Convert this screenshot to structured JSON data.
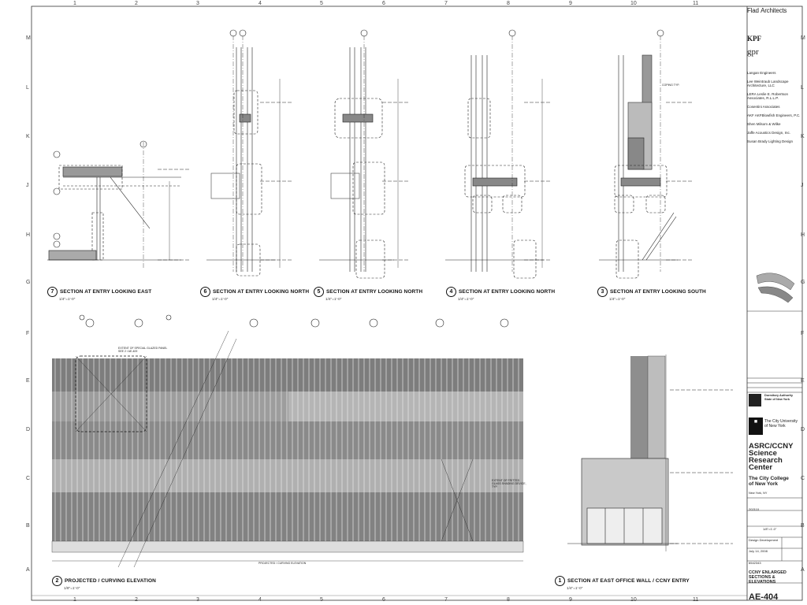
{
  "grid_numbers": [
    "1",
    "2",
    "3",
    "4",
    "5",
    "6",
    "7",
    "8",
    "9",
    "10",
    "11"
  ],
  "grid_letters": [
    "M",
    "L",
    "K",
    "J",
    "H",
    "G",
    "F",
    "E",
    "D",
    "C",
    "B",
    "A"
  ],
  "drawings": [
    {
      "num": "7",
      "title": "SECTION AT ENTRY LOOKING EAST",
      "scale": "1/4\"=1'-0\""
    },
    {
      "num": "6",
      "title": "SECTION AT ENTRY LOOKING NORTH",
      "scale": "1/4\"=1'-0\""
    },
    {
      "num": "5",
      "title": "SECTION AT ENTRY LOOKING NORTH",
      "scale": "1/4\"=1'-0\""
    },
    {
      "num": "4",
      "title": "SECTION AT ENTRY LOOKING  NORTH",
      "scale": "1/4\"=1'-0\""
    },
    {
      "num": "3",
      "title": "SECTION AT ENTRY LOOKING SOUTH",
      "scale": "1/4\"=1'-0\""
    },
    {
      "num": "2",
      "title": "PROJECTED / CURVING ELEVATION",
      "scale": "1/8\"=1'-0\""
    },
    {
      "num": "1",
      "title": "SECTION AT EAST OFFICE WALL / CCNY ENTRY",
      "scale": "1/4\"=1'-0\""
    }
  ],
  "notes": {
    "special_glazed": "EXTENT OF SPECIAL GLAZED PANEL SEE 2 / AE-409",
    "fritted_glass": "EXTENT OF FRITTED GLASS SHADING DEVICE, TYP.",
    "coping": "COPING TYP.",
    "dim_projected": "PROJECTED / CURVING ELEVATION"
  },
  "title_block": {
    "architect": "Flad",
    "architect_suffix": "Architects",
    "kpf": "KPF",
    "gpr": "gpr",
    "consultants": [
      "Langan Engineers",
      "Lee Weintraub Landscape Architecture, LLC",
      "LERA Leslie E. Robertson Associates, R.L.L.P.",
      "Cosentini Associates",
      "AKF AKFBlowfish Engineers, P.C.",
      "Shen Milsom & Wilke",
      "Jaffe Acoustics Design, Inc.",
      "Susan Brady Lighting Design"
    ],
    "authority": "Dormitory Authority State of New York",
    "university": "The City University of New York",
    "project_title": [
      "ASRC/CCNY",
      "Science",
      "Research",
      "Center"
    ],
    "college": [
      "The City College",
      "of New York"
    ],
    "location": "New York, NY",
    "project_no": "202110",
    "scale": "1/8\"=1'-0\"",
    "phase": "Design Development",
    "date": "July 14, 2008",
    "dasny_no": "6542343",
    "sheet_title": [
      "CCNY ENLARGED",
      "SECTIONS & ELEVATIONS"
    ],
    "sheet_number": "AE-404"
  }
}
